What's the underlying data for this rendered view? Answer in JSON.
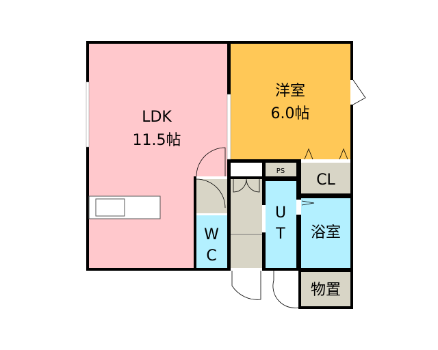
{
  "rooms": {
    "ldk": {
      "name": "LDK",
      "size": "11.5帖"
    },
    "western": {
      "name": "洋室",
      "size": "6.0帖"
    },
    "ps": {
      "name": "PS"
    },
    "closet": {
      "name": "CL"
    },
    "utility": {
      "name_line1": "U",
      "name_line2": "T"
    },
    "bath": {
      "name": "浴室"
    },
    "toilet": {
      "name_line1": "W",
      "name_line2": "C"
    },
    "storage": {
      "name": "物置"
    }
  },
  "colors": {
    "ldk": "#ffc8cc",
    "western": "#ffc857",
    "wet": "#b3f0ff",
    "utility_gray": "#d8d5c6",
    "wall": "#000000"
  }
}
